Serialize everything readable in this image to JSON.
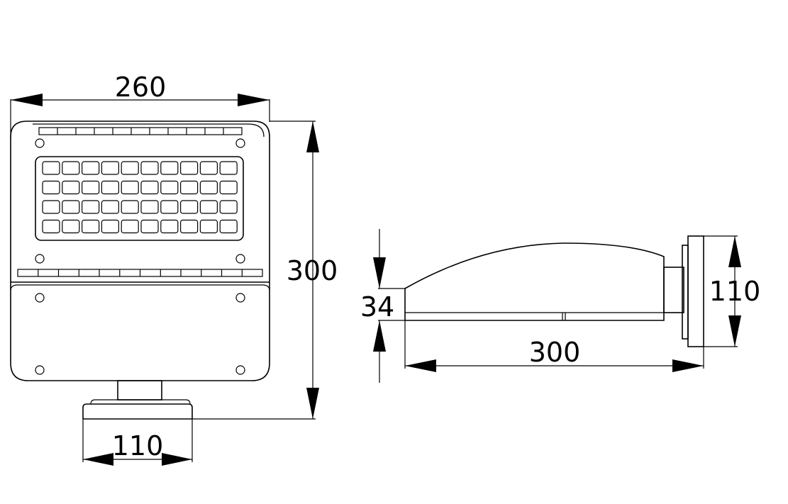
{
  "drawing": {
    "front_view": {
      "width_dimension": "260",
      "height_dimension": "300",
      "bracket_dimension": "110"
    },
    "side_view": {
      "thickness_dimension": "34",
      "length_dimension": "300",
      "bracket_dimension": "110"
    },
    "led_grid": {
      "rows": 4,
      "cols": 10
    },
    "line_color": "#000000",
    "background_color": "#ffffff"
  }
}
